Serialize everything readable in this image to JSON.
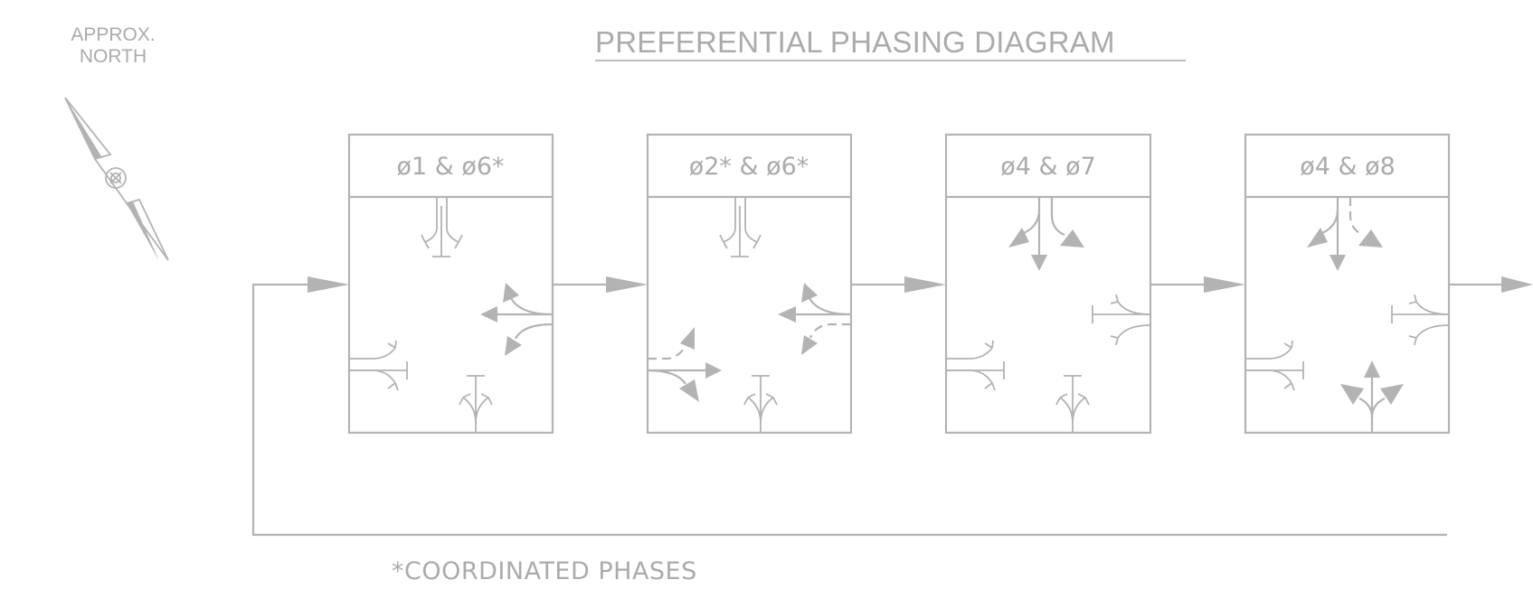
{
  "diagram": {
    "title": "PREFERENTIAL PHASING DIAGRAM",
    "north": {
      "line1": "APPROX.",
      "line2": "NORTH"
    },
    "phases": [
      {
        "label": "ø1  &  ø6*"
      },
      {
        "label": "ø2*  &  ø6*"
      },
      {
        "label": "ø4  &  ø7"
      },
      {
        "label": "ø4  &  ø8"
      }
    ],
    "footnote": "*COORDINATED  PHASES",
    "colors": {
      "line": "#b3b3b3",
      "text": "#ababab",
      "background": "#ffffff"
    }
  }
}
